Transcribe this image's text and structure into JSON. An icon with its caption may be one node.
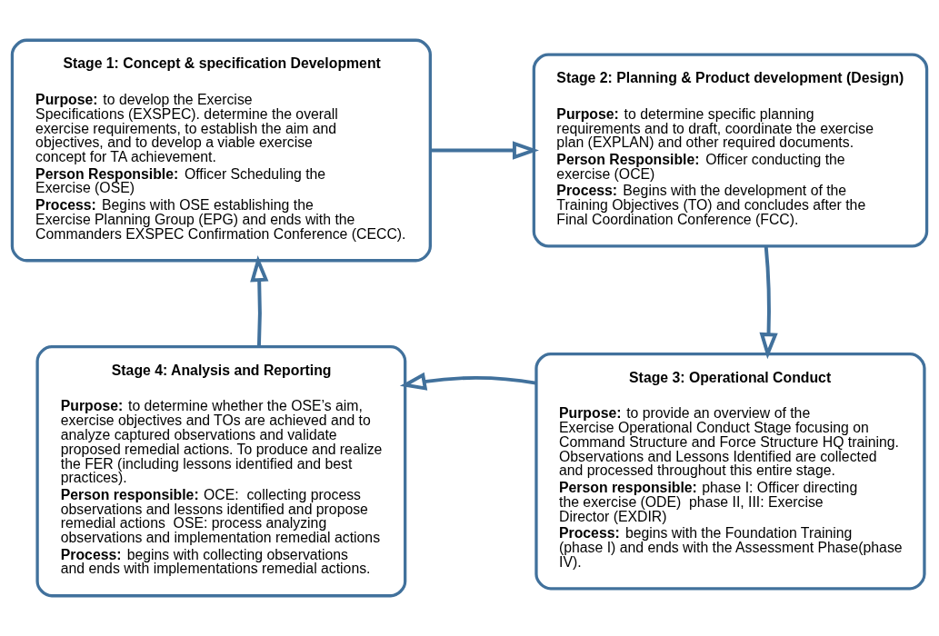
{
  "diagram": {
    "nodes": [
      {
        "text": [
          "Stage 1: Concept & specification Development",
          "**Purpose:** to develop the Exercise Specifications (EXSPEC). determine the overall exercise requirements, to establish the aim and objectives, and to develop a viable exercise concept for TA achievement.",
          "**Person Responsible:** Officer Scheduling the Exercise (OSE)",
          "**Process:** Begins with OSE establishing the Exercise Planning Group (EPG) and ends with the Commanders EXSPEC Confirmation Conference (CECC)."
        ]
      },
      {
        "text": [
          "Stage 2: Planning & Product development (Design)",
          "**Purpose:** to determine specific planning requirements and to draft, coordinate the exercise plan (EXPLAN) and other required documents.",
          "**Person Responsible:** Officer conducting the exercise (OCE)",
          "**Process:** Begins with the development of the Training Objectives (TO) and concludes after the Final Coordination Conference (FCC)."
        ]
      },
      {
        "text": [
          "Stage 3: Operational Conduct",
          "**Purpose:** to provide an overview of the Exercise Operational Conduct Stage focusing on Command Structure and Force Structure HQ training. Observations and Lessons Identified are collected and processed throughout this entire stage.",
          "**Person responsible:** phase I: Officer directing the exercise (ODE)  phase II, III: Exercise Director (EXDIR)",
          "**Process:** begins with the Foundation Training (phase I) and ends with the Assessment Phase(phase IV)."
        ]
      },
      {
        "text": [
          "Stage 4: Analysis and Reporting",
          "**Purpose:** to determine whether the OSE’s aim, exercise objectives and TOs are achieved and to analyze captured observations and validate proposed remedial actions. To produce and realize the FER (including lessons identified and best practices).",
          "**Person responsible:** OCE:  collecting process observations and lessons identified and propose remedial actions  OSE: process analyzing observations and implementation remedial actions",
          "**Process:** begins with collecting observations and ends with implementations remedial actions."
        ]
      }
    ],
    "edges": [
      {
        "from": 0,
        "to": 1,
        "arrow": "to"
      },
      {
        "from": 1,
        "to": 2,
        "arrow": "to"
      },
      {
        "from": 2,
        "to": 3,
        "arrow": "to"
      },
      {
        "from": 3,
        "to": 0,
        "arrow": "to"
      }
    ]
  }
}
